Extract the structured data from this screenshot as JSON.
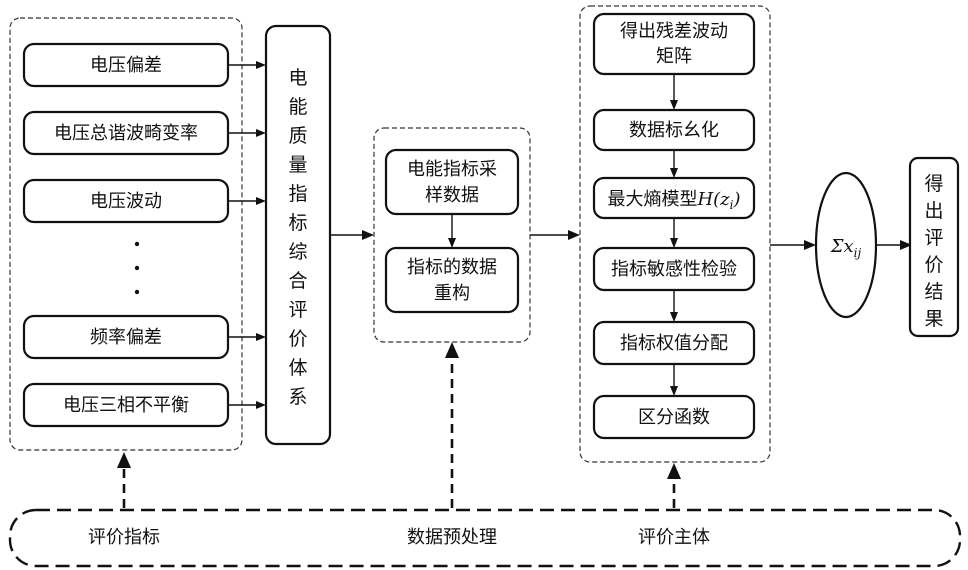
{
  "indicators": {
    "items": [
      "电压偏差",
      "电压总谐波畸变率",
      "电压波动",
      "频率偏差",
      "电压三相不平衡"
    ]
  },
  "system": {
    "label": "电能质量指标综合评价体系"
  },
  "preprocess": {
    "step1_line1": "电能指标采",
    "step1_line2": "样数据",
    "step2_line1": "指标的数据",
    "step2_line2": "重构"
  },
  "steps": {
    "residual_line1": "得出残差波动",
    "residual_line2": "矩阵",
    "normalize": "数据标幺化",
    "entropy_prefix": "最大熵模型",
    "entropy_H": "H(z",
    "entropy_i": "i",
    "entropy_close": ")",
    "sensitivity": "指标敏感性检验",
    "weights": "指标权值分配",
    "function": "区分函数"
  },
  "sum": {
    "sigma": "Σx",
    "sub": "ij"
  },
  "result": {
    "label": "得出评价结果"
  },
  "bottom": {
    "eval_index": "评价指标",
    "preprocess": "数据预处理",
    "subject": "评价主体"
  }
}
